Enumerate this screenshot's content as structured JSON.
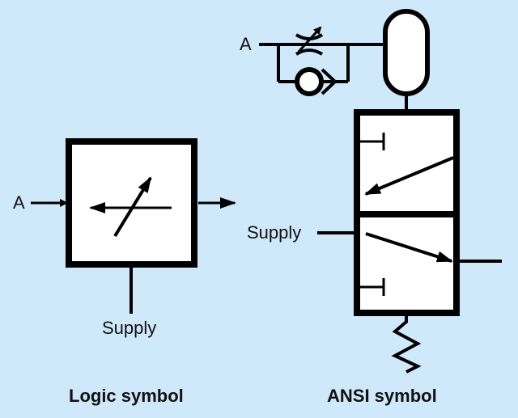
{
  "colors": {
    "background": "#cfe9fb",
    "stroke": "#000000",
    "fill": "#ffffff"
  },
  "logic": {
    "input_label": "A",
    "supply_label": "Supply",
    "caption": "Logic symbol"
  },
  "ansi": {
    "input_label": "A",
    "supply_label": "Supply",
    "caption": "ANSI symbol"
  }
}
